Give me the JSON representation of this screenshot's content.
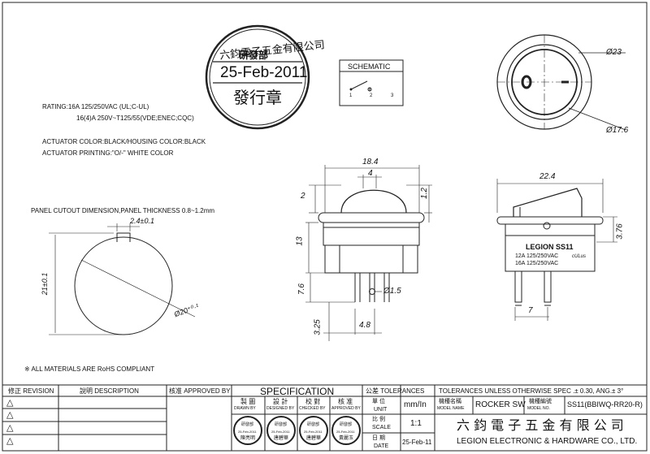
{
  "stamp": {
    "company": "六鈞電子五金有限公司",
    "dept": "研發部",
    "date": "25-Feb-2011",
    "issue": "發行章"
  },
  "schematic": {
    "title": "SCHEMATIC",
    "pins": [
      "1",
      "2",
      "3"
    ]
  },
  "specs": {
    "rating_line1": "RATING:16A 125/250VAC (UL;C-UL)",
    "rating_line2": "16(4)A 250V~T125/55(VDE;ENEC;CQC)",
    "actuator_color": "ACTUATOR COLOR:BLACK/HOUSING COLOR:BLACK",
    "actuator_printing": "ACTUATOR PRINTING:\"O/-\" WHITE COLOR",
    "panel_cutout": "PANEL CUTOUT DIMENSION,PANEL THICKNESS 0.8~1.2mm",
    "rohs": "※ ALL MATERIALS ARE RoHS COMPLIANT"
  },
  "dimensions": {
    "top_outer": "Ø23",
    "top_inner": "Ø17.6",
    "cutout_tab": "2.4±0.1",
    "cutout_height": "21±0.1",
    "cutout_dia": "Ø20⁺⁰·¹",
    "front_width": "18.4",
    "front_top": "4",
    "front_2": "2",
    "front_12": "1.2",
    "front_13": "13",
    "front_76": "7.6",
    "front_hole": "Ø1.5",
    "front_325": "3.25",
    "front_48": "4.8",
    "side_width": "22.4",
    "side_height": "3.76",
    "side_7": "7"
  },
  "side_label": {
    "brand": "LEGION SS11",
    "r1": "12A 125/250VAC",
    "r2": "16A 125/250VAC",
    "cert": "cULus"
  },
  "title_block": {
    "rev_header": "修正 REVISION",
    "desc_header": "說明 DESCRIPTION",
    "approved_header": "核准 APPROVED BY",
    "rev_symbols": [
      "△",
      "△",
      "△",
      "△"
    ],
    "specification": "SPECIFICATION",
    "tolerances_label": "公差 TOLERANCES",
    "tolerances_text": "TOLERANCES UNLESS OTHERWISE SPEC .± 0.30, ANG.± 3°",
    "roles": [
      {
        "zh": "製 圖",
        "en": "DRAWN BY",
        "sign": "陳亮明"
      },
      {
        "zh": "設 計",
        "en": "DESIGNED BY",
        "sign": "唐碧華"
      },
      {
        "zh": "校 對",
        "en": "CHECKED BY",
        "sign": "唐碧華"
      },
      {
        "zh": "核 准",
        "en": "APPROVED BY",
        "sign": "黃麗玉"
      }
    ],
    "role_stamp_title": "研發部",
    "role_stamp_date": "25-Feb-2011",
    "unit_zh": "單 位",
    "unit_en": "UNIT",
    "unit_value": "mm/In",
    "scale_zh": "比 例",
    "scale_en": "SCALE",
    "scale_value": "1:1",
    "date_zh": "日 期",
    "date_en": "DATE",
    "date_value": "25-Feb-11",
    "model_name_zh": "機種名稱",
    "model_name_en": "MODEL NAME",
    "model_name_value": "ROCKER SW",
    "model_no_zh": "機種編號",
    "model_no_en": "MODEL NO.",
    "model_no_value": "SS11(BBIWQ-RR20-R)",
    "company_zh": "六 鈞 電 子 五 金 有 限 公 司",
    "company_en": "LEGION ELECTRONIC & HARDWARE CO., LTD."
  }
}
